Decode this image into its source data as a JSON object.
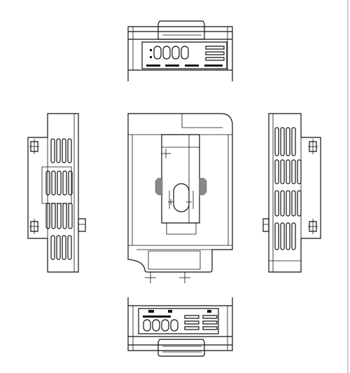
{
  "drawing": {
    "views": [
      "top-view",
      "left-side-view",
      "front-view",
      "right-side-view",
      "bottom-view"
    ],
    "line_color": "#111111",
    "background": "#ffffff"
  }
}
